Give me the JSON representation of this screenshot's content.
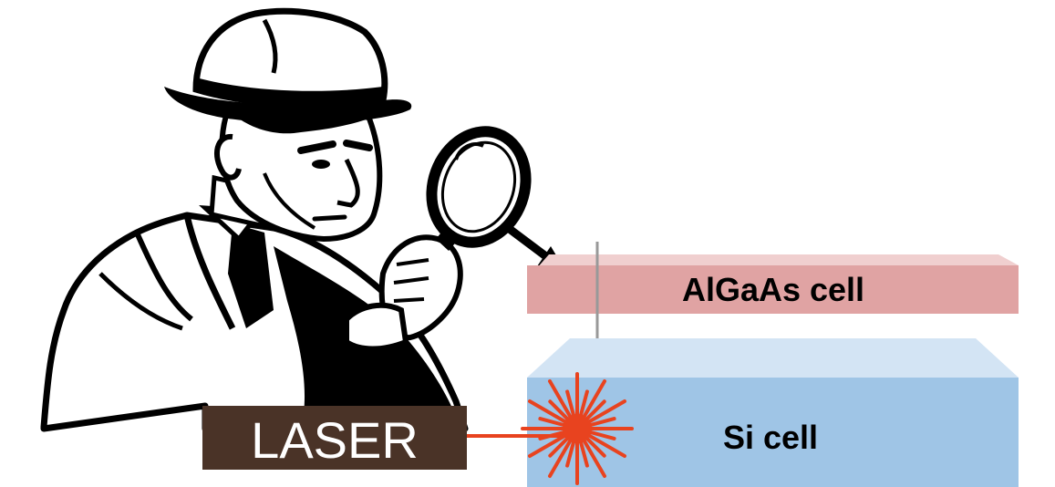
{
  "laser": {
    "label": "LASER",
    "box_color": "#4a3327",
    "text_color": "#ffffff"
  },
  "top_cell": {
    "label": "AlGaAs cell",
    "face_color": "#e0a3a3",
    "top_color": "#f0cfcf"
  },
  "bottom_cell": {
    "label": "Si cell",
    "face_color": "#9fc5e6",
    "top_color": "#d3e4f4"
  },
  "beam_color": "#e8431f",
  "figure_icon": "detective-with-magnifying-glass"
}
